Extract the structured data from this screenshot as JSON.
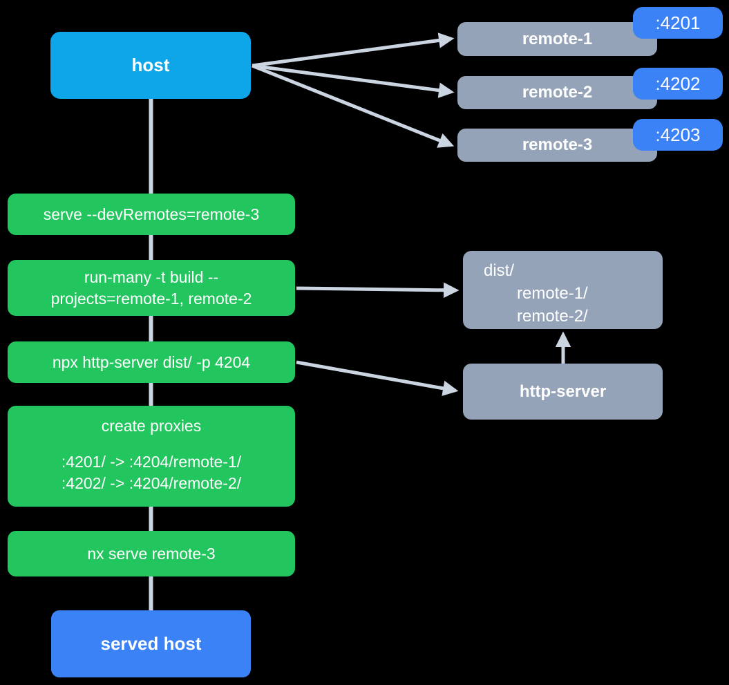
{
  "colors": {
    "background": "#000000",
    "host_node": "#0EA5E9",
    "command_node": "#22C55E",
    "gray_node": "#94A3B8",
    "port_badge": "#3B82F6",
    "served_host_node": "#3B82F6",
    "connector": "#CBD5E1",
    "text": "#FFFFFF"
  },
  "host": {
    "label": "host"
  },
  "remotes": [
    {
      "label": "remote-1",
      "port": ":4201"
    },
    {
      "label": "remote-2",
      "port": ":4202"
    },
    {
      "label": "remote-3",
      "port": ":4203"
    }
  ],
  "commands": [
    {
      "lines": [
        "serve --devRemotes=remote-3"
      ]
    },
    {
      "lines": [
        "run-many -t build --",
        "projects=remote-1, remote-2"
      ]
    },
    {
      "lines": [
        "npx http-server dist/ -p 4204"
      ]
    },
    {
      "title": "create proxies",
      "lines": [
        ":4201/ -> :4204/remote-1/",
        ":4202/ -> :4204/remote-2/"
      ]
    },
    {
      "lines": [
        "nx serve remote-3"
      ]
    }
  ],
  "dist": {
    "lines": [
      "dist/",
      "remote-1/",
      "remote-2/"
    ]
  },
  "http_server": {
    "label": "http-server"
  },
  "served_host": {
    "label": "served host"
  }
}
